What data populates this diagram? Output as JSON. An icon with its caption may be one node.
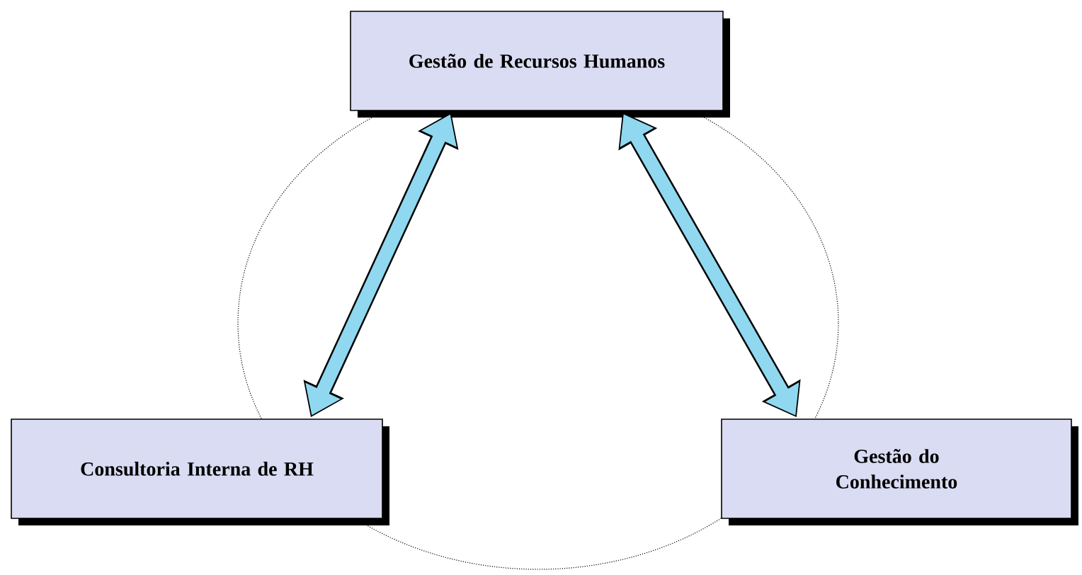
{
  "diagram": {
    "nodes": [
      {
        "text": [
          "Gestão de Recursos Humanos"
        ]
      },
      {
        "text": [
          "Consultoria Interna de RH"
        ]
      },
      {
        "text": [
          "Gestão do Conhecimento"
        ]
      }
    ],
    "edges": [
      {
        "from": 0,
        "to": 1,
        "arrow": "both"
      },
      {
        "from": 0,
        "to": 2,
        "arrow": "both"
      }
    ]
  }
}
